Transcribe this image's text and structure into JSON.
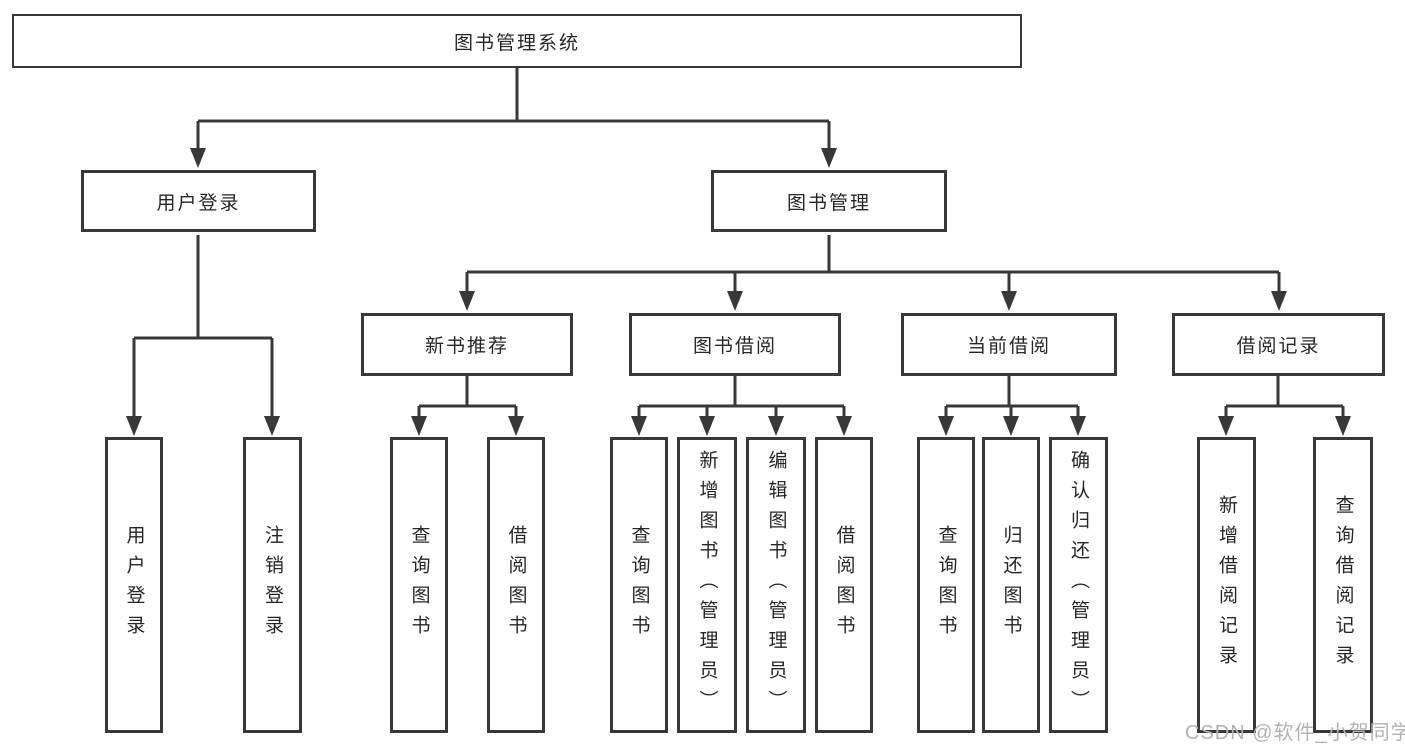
{
  "colors": {
    "line": "#383838",
    "text": "#262626",
    "watermark": "#b2b2b2",
    "bg": "#ffffff"
  },
  "diagram": {
    "root": {
      "label": "图书管理系统"
    },
    "branches": [
      {
        "label": "用户登录",
        "children": [
          {
            "label": "用户登录"
          },
          {
            "label": "注销登录"
          }
        ]
      },
      {
        "label": "图书管理",
        "children": [
          {
            "label": "新书推荐",
            "children": [
              {
                "label": "查询图书"
              },
              {
                "label": "借阅图书"
              }
            ]
          },
          {
            "label": "图书借阅",
            "children": [
              {
                "label": "查询图书"
              },
              {
                "label": "新增图书（管理员）"
              },
              {
                "label": "编辑图书（管理员）"
              },
              {
                "label": "借阅图书"
              }
            ]
          },
          {
            "label": "当前借阅",
            "children": [
              {
                "label": "查询图书"
              },
              {
                "label": "归还图书"
              },
              {
                "label": "确认归还（管理员）"
              }
            ]
          },
          {
            "label": "借阅记录",
            "children": [
              {
                "label": "新增借阅记录"
              },
              {
                "label": "查询借阅记录"
              }
            ]
          }
        ]
      }
    ]
  },
  "watermark": {
    "text": "CSDN @软件_小贺同学"
  }
}
